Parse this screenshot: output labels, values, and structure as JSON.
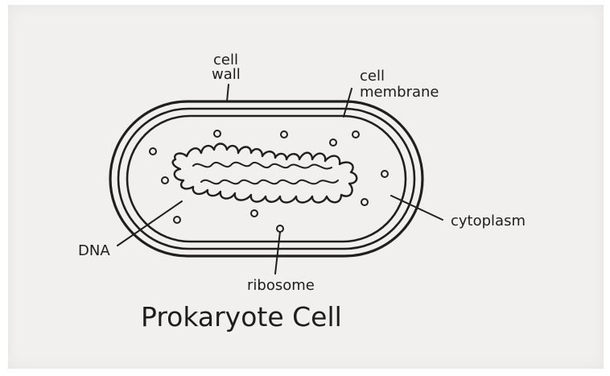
{
  "diagram": {
    "title": "Prokaryote Cell",
    "labels": {
      "cell_wall_line1": "cell",
      "cell_wall_line2": "wall",
      "cell_membrane_line1": "cell",
      "cell_membrane_line2": "membrane",
      "cytoplasm": "cytoplasm",
      "dna": "DNA",
      "ribosome": "ribosome"
    },
    "ink_color": "#1f1f1f",
    "paper_color": "#f1f0ee"
  }
}
